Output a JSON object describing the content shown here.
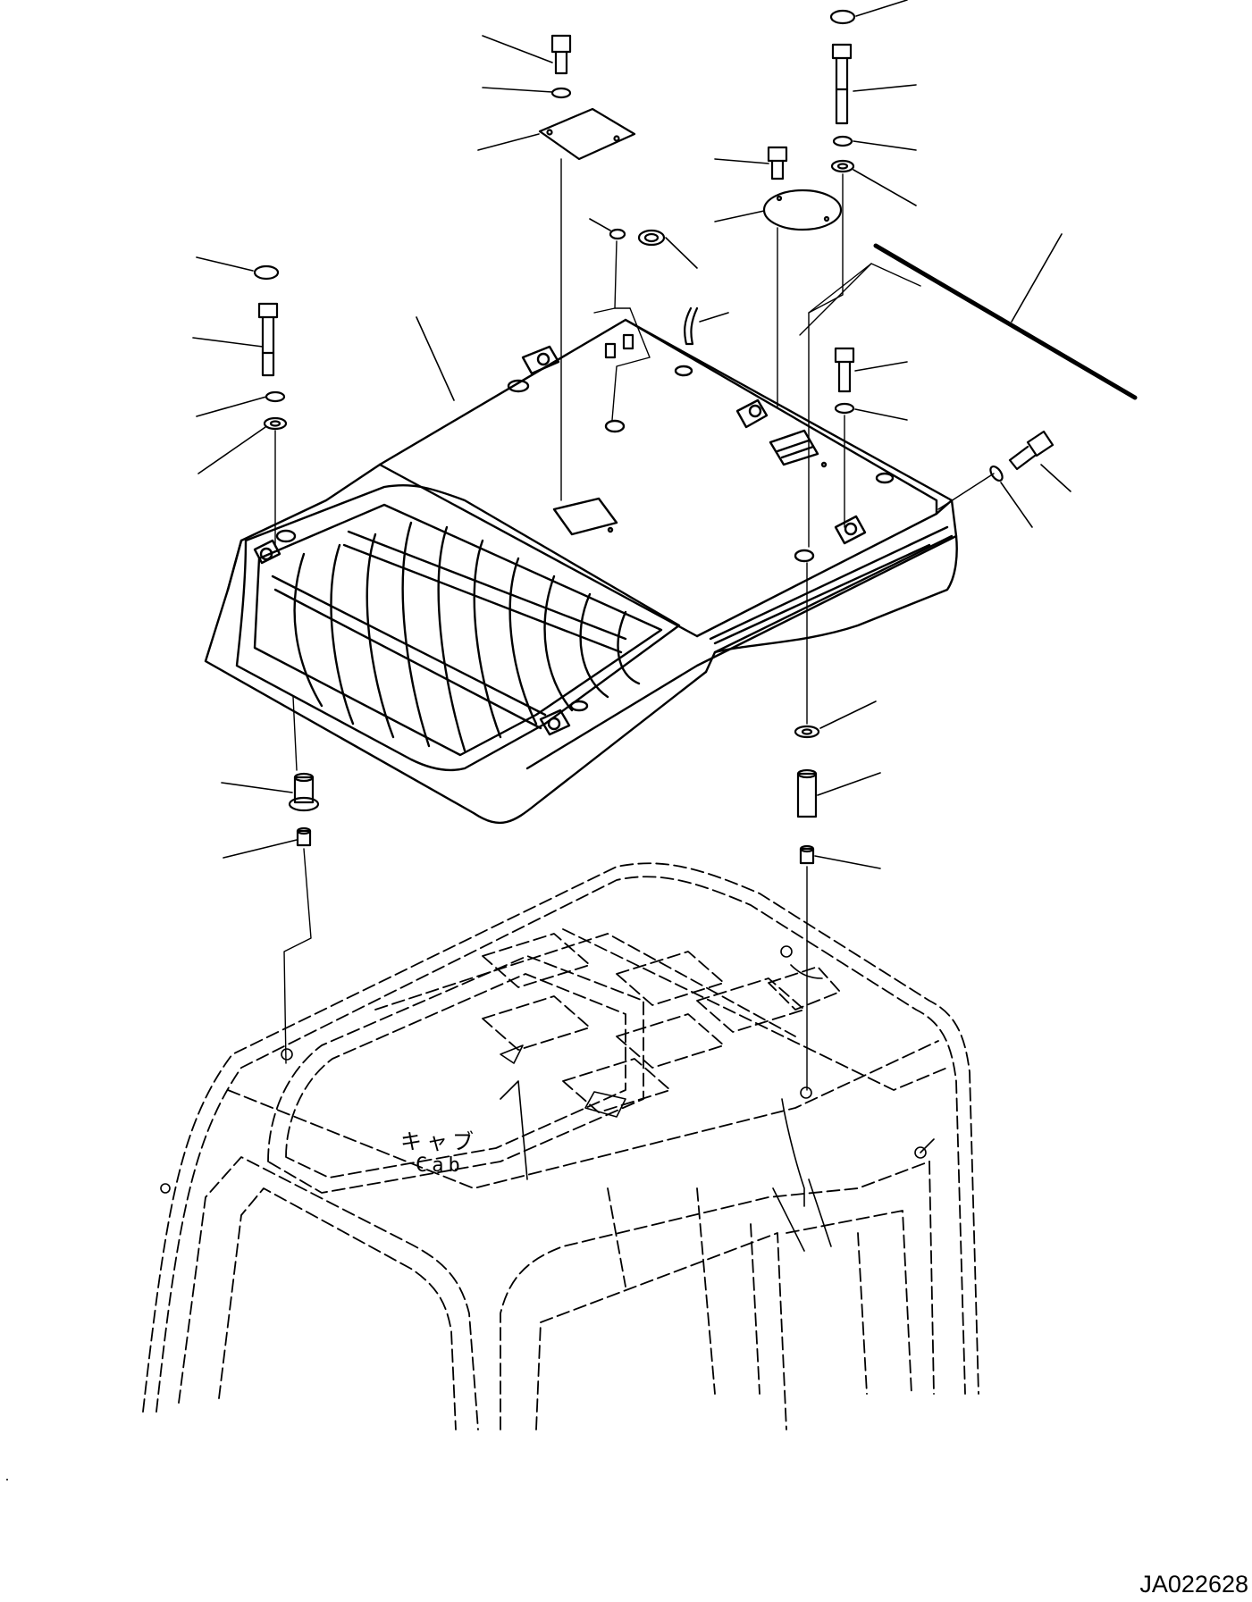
{
  "diagram": {
    "cab_label_ja": "キャブ",
    "cab_label_en": "Cab",
    "drawing_number": "JA022628"
  }
}
